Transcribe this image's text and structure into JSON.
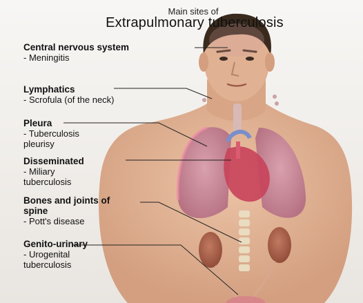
{
  "title": {
    "line1": "Main sites of",
    "line2": "Extrapulmonary tuberculosis"
  },
  "sites": [
    {
      "name": "Central nervous system",
      "desc": "- Meningitis"
    },
    {
      "name": "Lymphatics",
      "desc": "- Scrofula (of the neck)"
    },
    {
      "name": "Pleura",
      "desc": "- Tuberculosis pleurisy"
    },
    {
      "name": "Disseminated",
      "desc": "- Miliary tuberculosis"
    },
    {
      "name": "Bones and joints of spine",
      "desc": "- Pott's disease"
    },
    {
      "name": "Genito-urinary",
      "desc": "- Urogenital tuberculosis"
    }
  ],
  "colors": {
    "skin": "#e2b596",
    "lung": "#c98a99",
    "heart": "#c8435a",
    "kidney": "#a35a45",
    "hair": "#3a2a1e"
  }
}
